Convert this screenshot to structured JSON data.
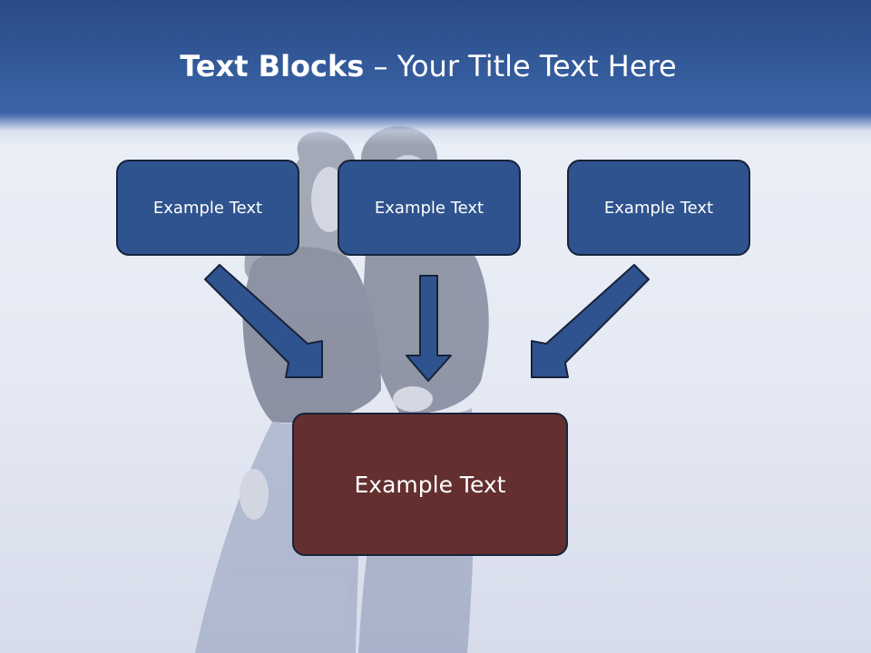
{
  "title": {
    "bold": "Text Blocks",
    "separator": " – ",
    "rest": "Your Title Text Here"
  },
  "blocks": [
    {
      "label": "Example Text"
    },
    {
      "label": "Example Text"
    },
    {
      "label": "Example Text"
    }
  ],
  "result": {
    "label": "Example Text"
  },
  "colors": {
    "header": "#355d9e",
    "block_fill": "#2f538e",
    "result_fill": "#642f2f",
    "arrow_fill": "#2f538e",
    "border": "#17233a"
  }
}
